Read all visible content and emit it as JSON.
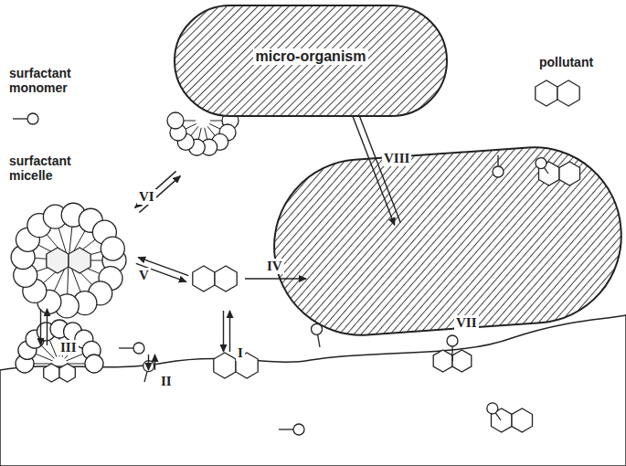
{
  "diagram": {
    "nodes": [
      {
        "text": [
          "micro-organism"
        ]
      }
    ],
    "labels": [
      "surfactant monomer",
      "surfactant micelle",
      "pollutant",
      "VI",
      "V",
      "IV",
      "III",
      "II",
      "I",
      "VII",
      "VIII"
    ]
  }
}
